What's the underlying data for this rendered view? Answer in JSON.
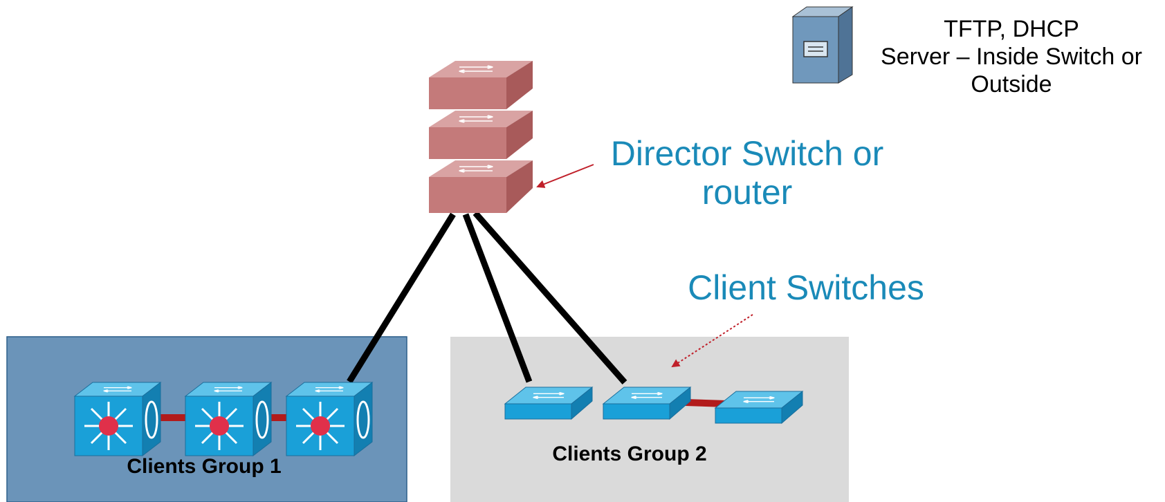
{
  "server": {
    "icon": "server-icon",
    "label_line1": "TFTP, DHCP",
    "label_line2": "Server – Inside Switch or",
    "label_line3": "Outside"
  },
  "director": {
    "icon": "stacked-switch-icon",
    "label_line1": "Director Switch or",
    "label_line2": "router",
    "color": "#c47a7a"
  },
  "client_switches": {
    "label": "Client Switches"
  },
  "group1": {
    "label": "Clients Group 1",
    "panel_color": "#6b94b9",
    "icon": "multilayer-switch-icon"
  },
  "group2": {
    "label": "Clients Group 2",
    "panel_color": "#dadada",
    "icon": "workgroup-switch-icon"
  },
  "colors": {
    "accent_text": "#1a8ab8",
    "switch_blue": "#1aa0d8",
    "link_black": "#000000",
    "link_red": "#b21b1b",
    "arrow_red": "#c0202a"
  }
}
